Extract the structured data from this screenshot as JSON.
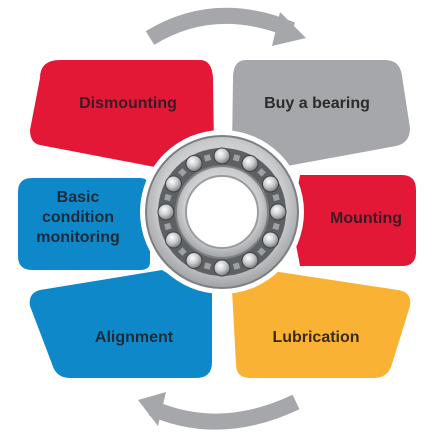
{
  "segments": {
    "dismounting": {
      "label": "Dismounting",
      "color": "#e31837",
      "text_color": "#3a1a24"
    },
    "buy": {
      "label": "Buy a bearing",
      "color": "#a5a7aa",
      "text_color": "#2b2b2b"
    },
    "basic": {
      "lines": [
        "Basic",
        "condition",
        "monitoring"
      ],
      "color": "#0f88c9",
      "text_color": "#1c2b3a"
    },
    "mounting": {
      "label": "Mounting",
      "color": "#e31837",
      "text_color": "#3a1a24"
    },
    "alignment": {
      "label": "Alignment",
      "color": "#0f88c9",
      "text_color": "#1c2b3a"
    },
    "lubrication": {
      "label": "Lubrication",
      "color": "#f9b233",
      "text_color": "#3b2a10"
    }
  },
  "cycle_arrows": {
    "color": "#a5a7aa",
    "direction": "clockwise"
  },
  "center_image": {
    "name": "ball-bearing",
    "outer_color": "#c8cacc",
    "inner_color": "#8b8e91"
  }
}
